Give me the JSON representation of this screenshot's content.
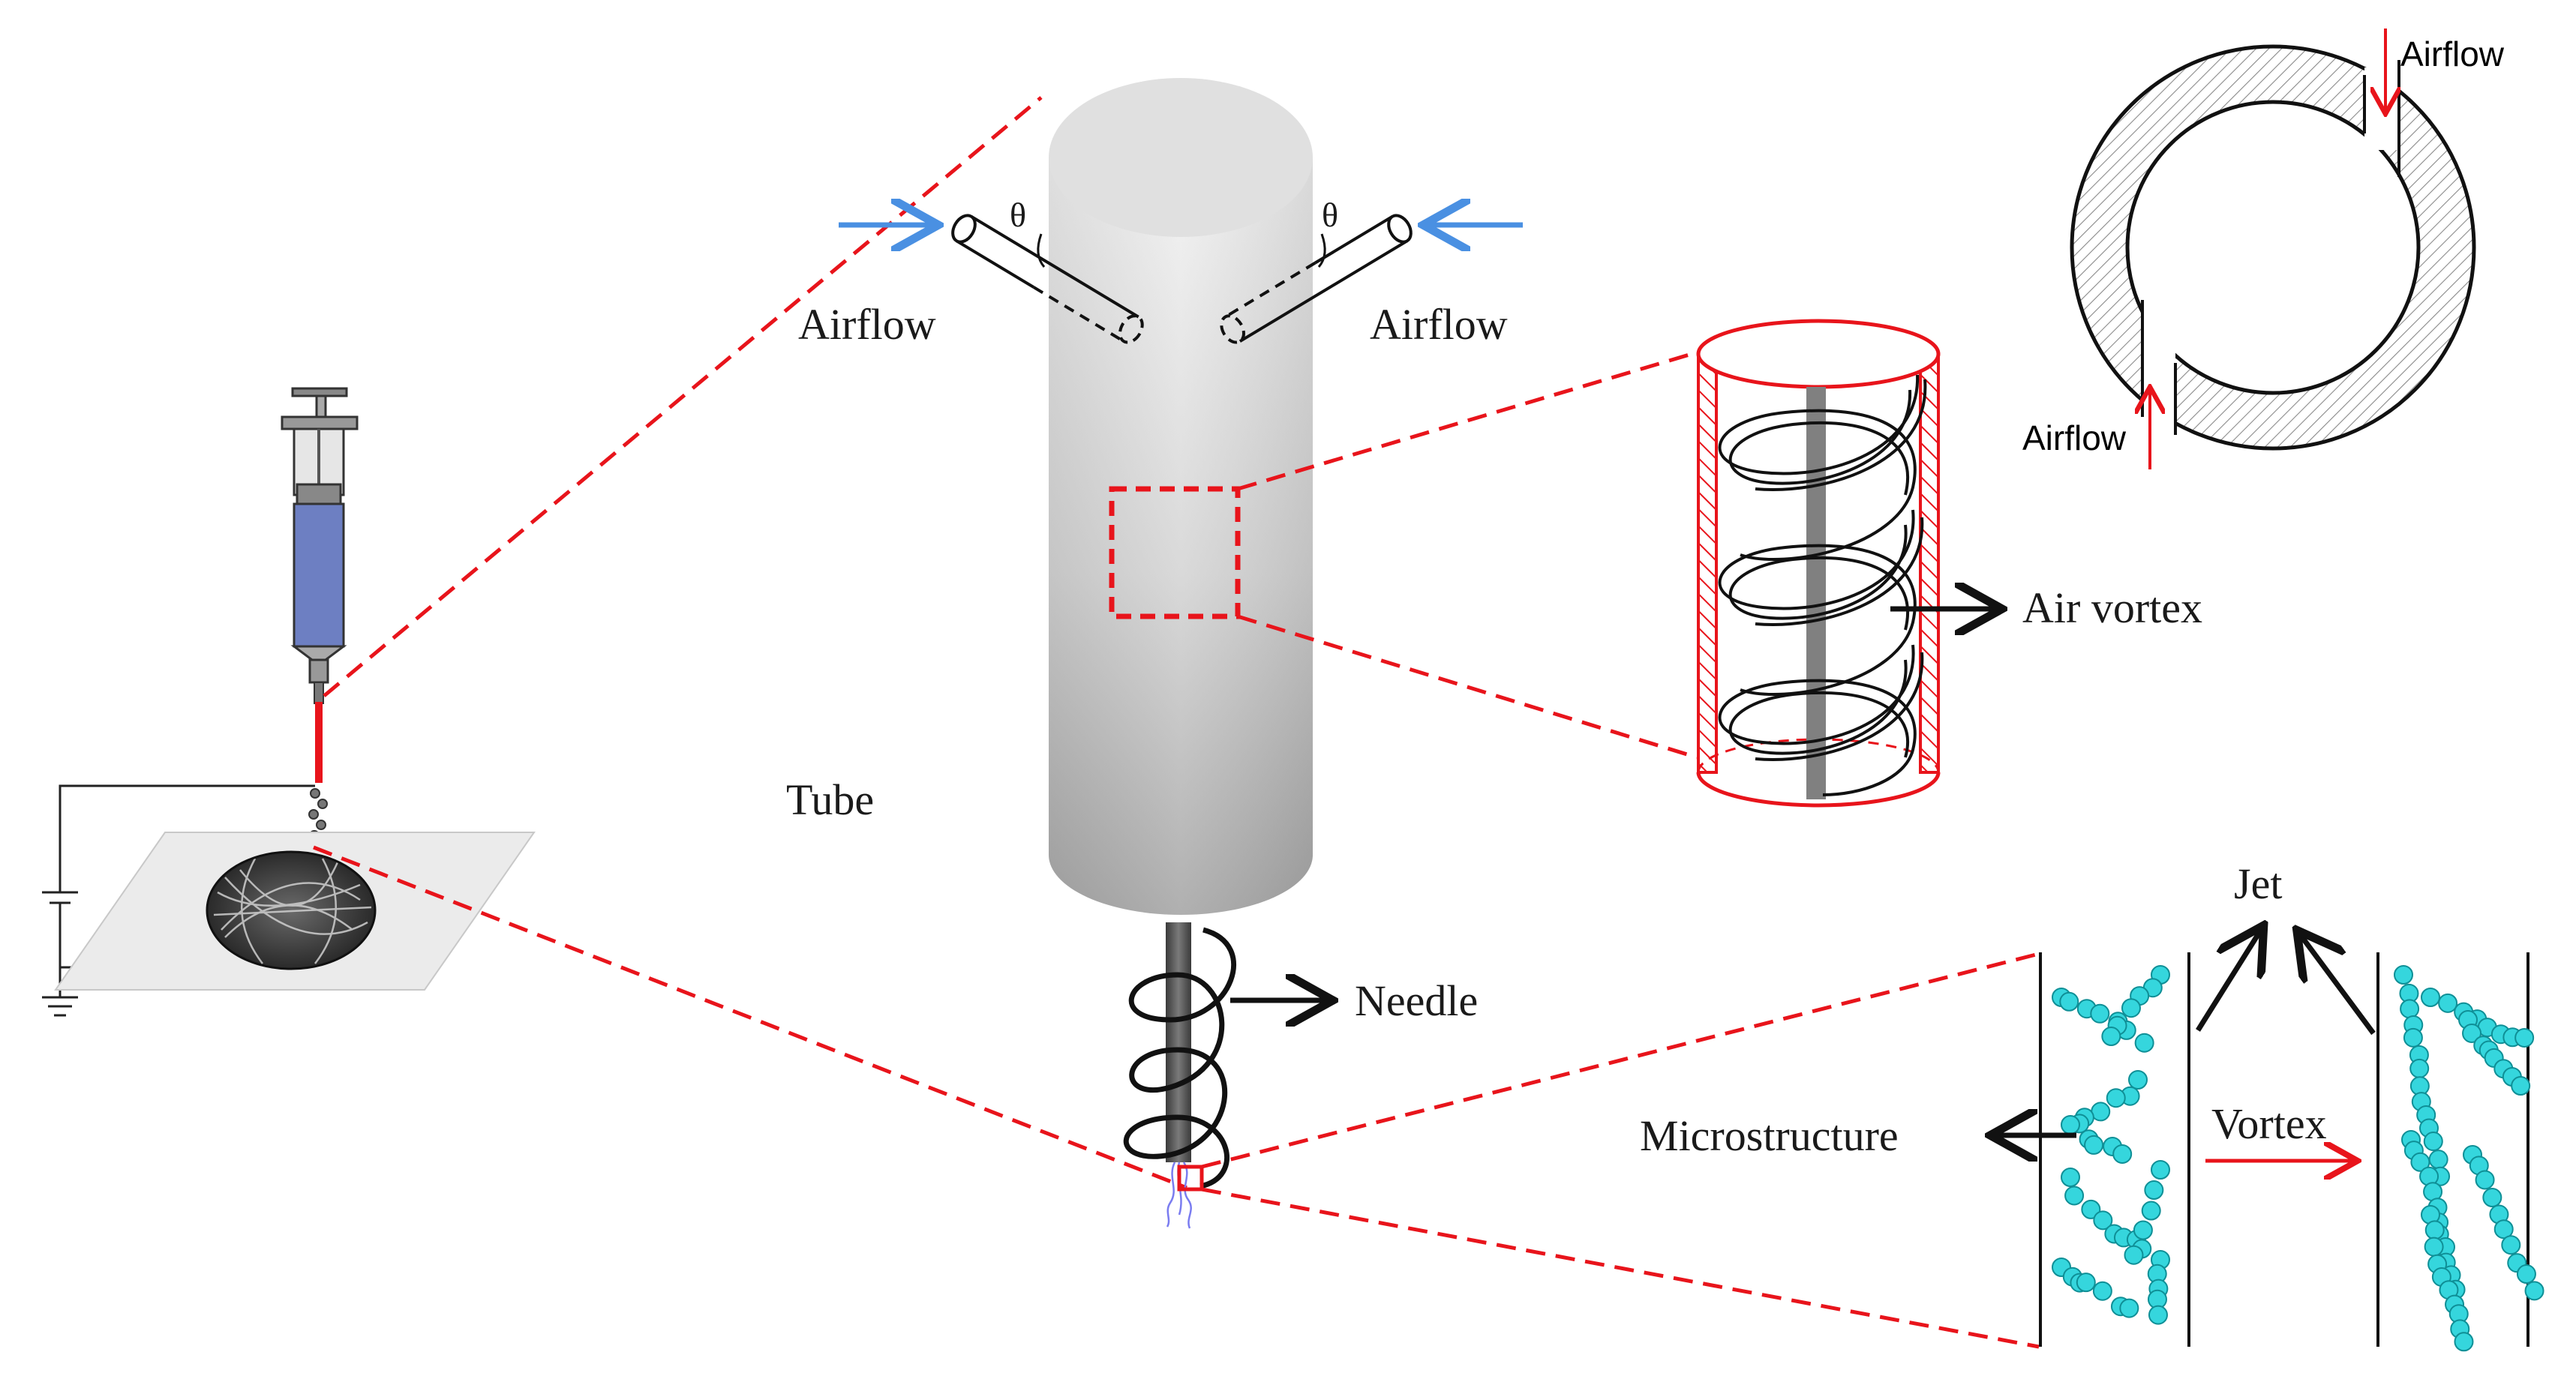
{
  "labels": {
    "airflow_left": "Airflow",
    "airflow_right": "Airflow",
    "theta_left": "θ",
    "theta_right": "θ",
    "tube": "Tube",
    "needle": "Needle",
    "air_vortex": "Air vortex",
    "jet": "Jet",
    "microstructure": "Microstructure",
    "vortex": "Vortex",
    "cross_airflow_top": "Airflow",
    "cross_airflow_bottom": "Airflow"
  },
  "colors": {
    "zoom_line": "#e8141b",
    "inlet_arrow": "#4a90e2",
    "particle": "#35d6dd",
    "particle_stroke": "#0f8f96",
    "syringe_body": "#6d7fc2",
    "hatch": "#8a8a8a"
  }
}
